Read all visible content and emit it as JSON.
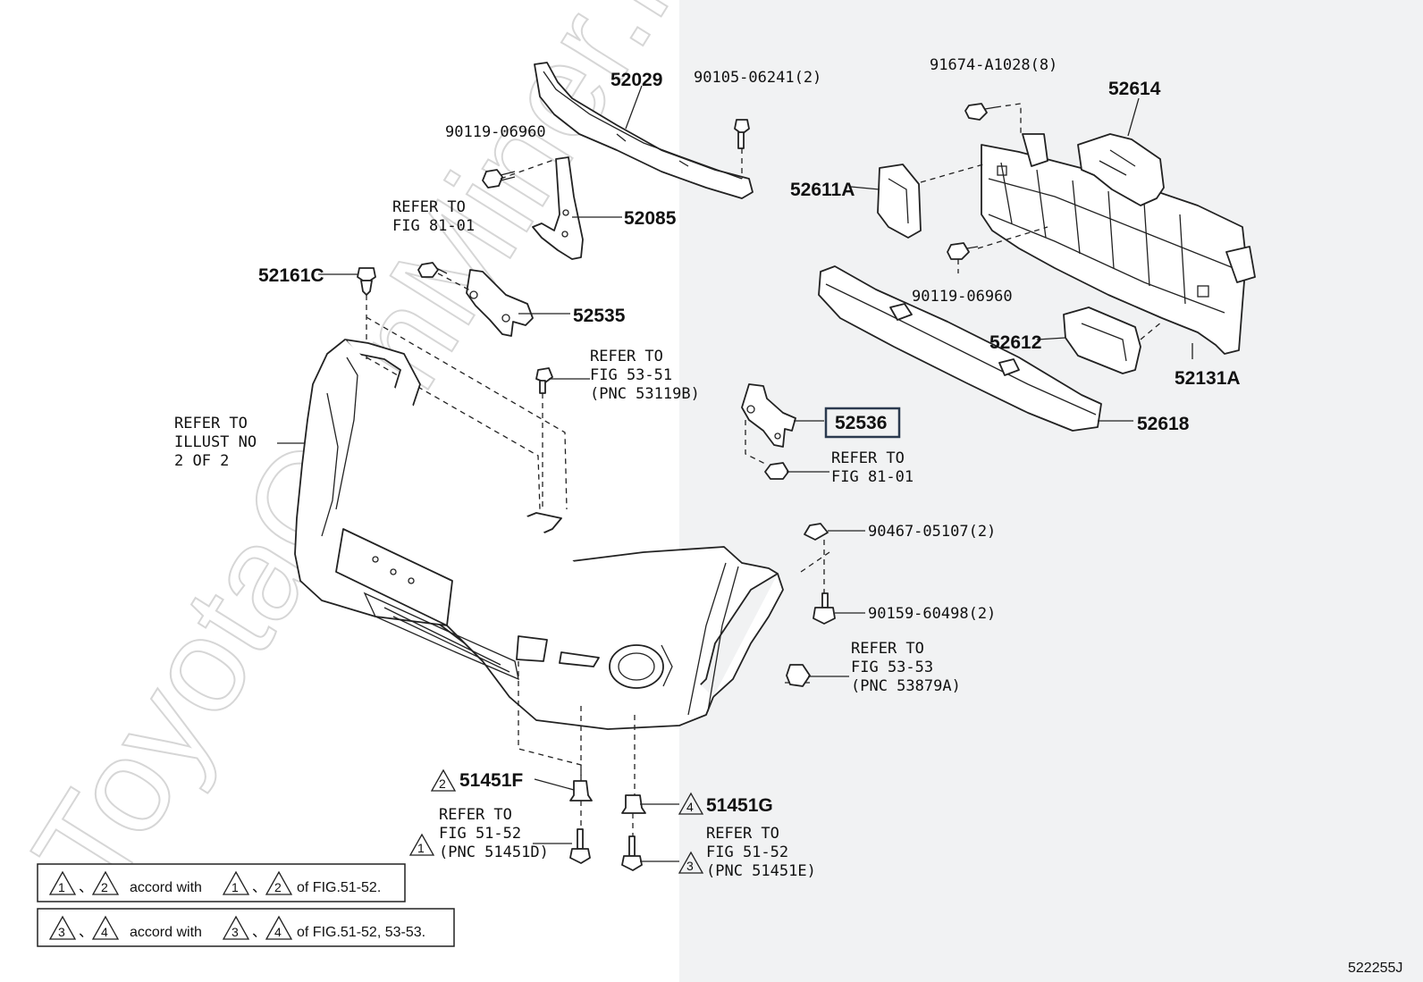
{
  "watermark": "ToyotaOwnMiner.ru",
  "figure_code": "522255J",
  "selected_part": "52536",
  "parts": {
    "p52029": "52029",
    "p90105": "90105-06241(2)",
    "p91674": "91674-A1028(8)",
    "p52614": "52614",
    "p90119a": "90119-06960",
    "p52611A": "52611A",
    "p52085": "52085",
    "p52161C": "52161C",
    "p52535": "52535",
    "p90119b": "90119-06960",
    "p52612": "52612",
    "p52131A": "52131A",
    "p52536": "52536",
    "p52618": "52618",
    "p90467": "90467-05107(2)",
    "p90159": "90159-60498(2)",
    "p51451F": "51451F",
    "p51451G": "51451G"
  },
  "triangles": {
    "t1": "1",
    "t2": "2",
    "t3": "3",
    "t4": "4"
  },
  "refs": {
    "r1": [
      "REFER TO",
      "FIG 81-01"
    ],
    "r2": [
      "REFER TO",
      "FIG 53-51",
      "(PNC 53119B)"
    ],
    "r3": [
      "REFER TO",
      "ILLUST NO",
      "2 OF 2"
    ],
    "r4": [
      "REFER TO",
      "FIG 81-01"
    ],
    "r5": [
      "REFER TO",
      "FIG 53-53",
      "(PNC 53879A)"
    ],
    "r6": [
      "REFER TO",
      "FIG 51-52",
      "(PNC 51451D)"
    ],
    "r7": [
      "REFER TO",
      "FIG 51-52",
      "(PNC 51451E)"
    ]
  },
  "notes": {
    "n1_sep": "、",
    "n1_text": "accord with",
    "n1_tail": "of FIG.51-52.",
    "n2_sep": "、",
    "n2_text": "accord with",
    "n2_tail": "of FIG.51-52, 53-53."
  }
}
